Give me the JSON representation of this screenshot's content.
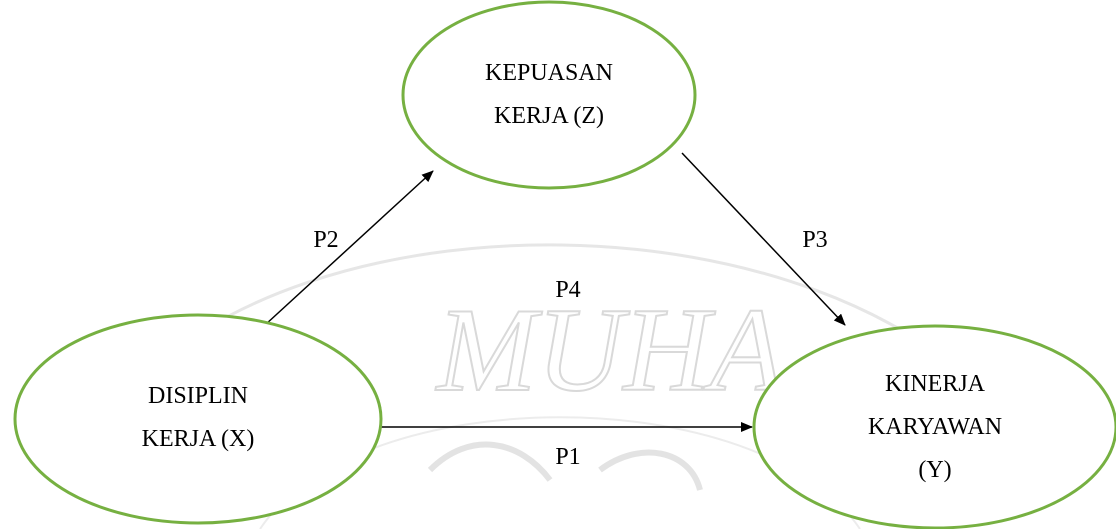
{
  "diagram": {
    "nodes": {
      "z": {
        "line1": "KEPUASAN",
        "line2": "KERJA (Z)"
      },
      "x": {
        "line1": "DISIPLIN",
        "line2": "KERJA (X)"
      },
      "y": {
        "line1": "KINERJA",
        "line2": "KARYAWAN",
        "line3": "(Y)"
      }
    },
    "paths": {
      "p1": "P1",
      "p2": "P2",
      "p3": "P3",
      "p4": "P4"
    },
    "colors": {
      "node_stroke": "#76b041",
      "arrow": "#000000",
      "watermark": "#d9d9d9"
    },
    "watermark_text": "MUHA"
  }
}
